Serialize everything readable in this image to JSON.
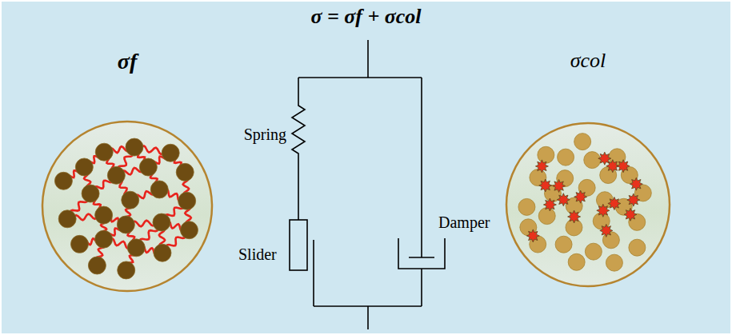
{
  "diagram": {
    "title": "σ = σf + σcol",
    "nodes": [
      {
        "text": [
          "σf"
        ]
      },
      {
        "text": [
          "σcol"
        ]
      }
    ],
    "labels": [
      "Spring",
      "Slider",
      "Damper"
    ]
  }
}
